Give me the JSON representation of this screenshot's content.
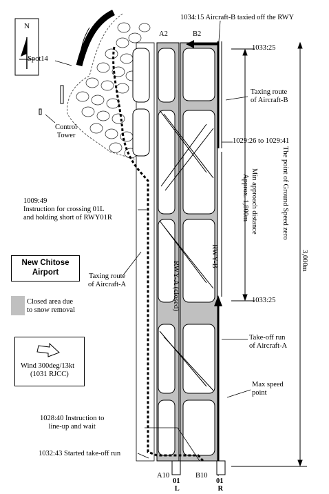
{
  "airport_title": "New Chitose Airport",
  "north_label": "N",
  "labels": {
    "spot14": "Spot14",
    "control_tower": "Control\nTower",
    "a2": "A2",
    "b2": "B2",
    "a10": "A10",
    "b10": "B10",
    "rwy_01L": [
      "01",
      "L"
    ],
    "rwy_01R": [
      "01",
      "R"
    ],
    "rwy_a": "RWY-A (closed)",
    "rwy_b": "RWY-B"
  },
  "events": {
    "t1034_15": "1034:15 Aircraft-B taxied off the RWY",
    "t1033_25_top": "1033:25",
    "taxi_route_b": [
      "Taxing route",
      "of Aircraft-B"
    ],
    "t1029": "1029:26 to 1029:41",
    "t1009_49": [
      "1009:49",
      "Instruction for crossing 01L",
      "and holding short of RWY01R"
    ],
    "taxi_route_a": [
      "Taxing route",
      "of Aircraft-A"
    ],
    "t1033_25_mid": "1033:25",
    "takeoff_run_a": [
      "Take-off run",
      "of Aircraft-A"
    ],
    "max_speed": [
      "Max speed",
      "point"
    ],
    "t1028_40": [
      "1028:40 Instruction to",
      "line-up and wait"
    ],
    "t1032_43": "1032:43 Started take-off run"
  },
  "distances": {
    "min_approach_1": "Min approach distance",
    "min_approach_2": "Approx. 1,800m",
    "ground_speed_zero": "The point of Ground Speed zero",
    "length_3000": "3,000m"
  },
  "legend": {
    "closed_area": [
      "Closed area due",
      "to snow removal"
    ],
    "closed_color": "#c0c0c0"
  },
  "wind": [
    "Wind 300deg/13kt",
    "(1031 RJCC)"
  ]
}
